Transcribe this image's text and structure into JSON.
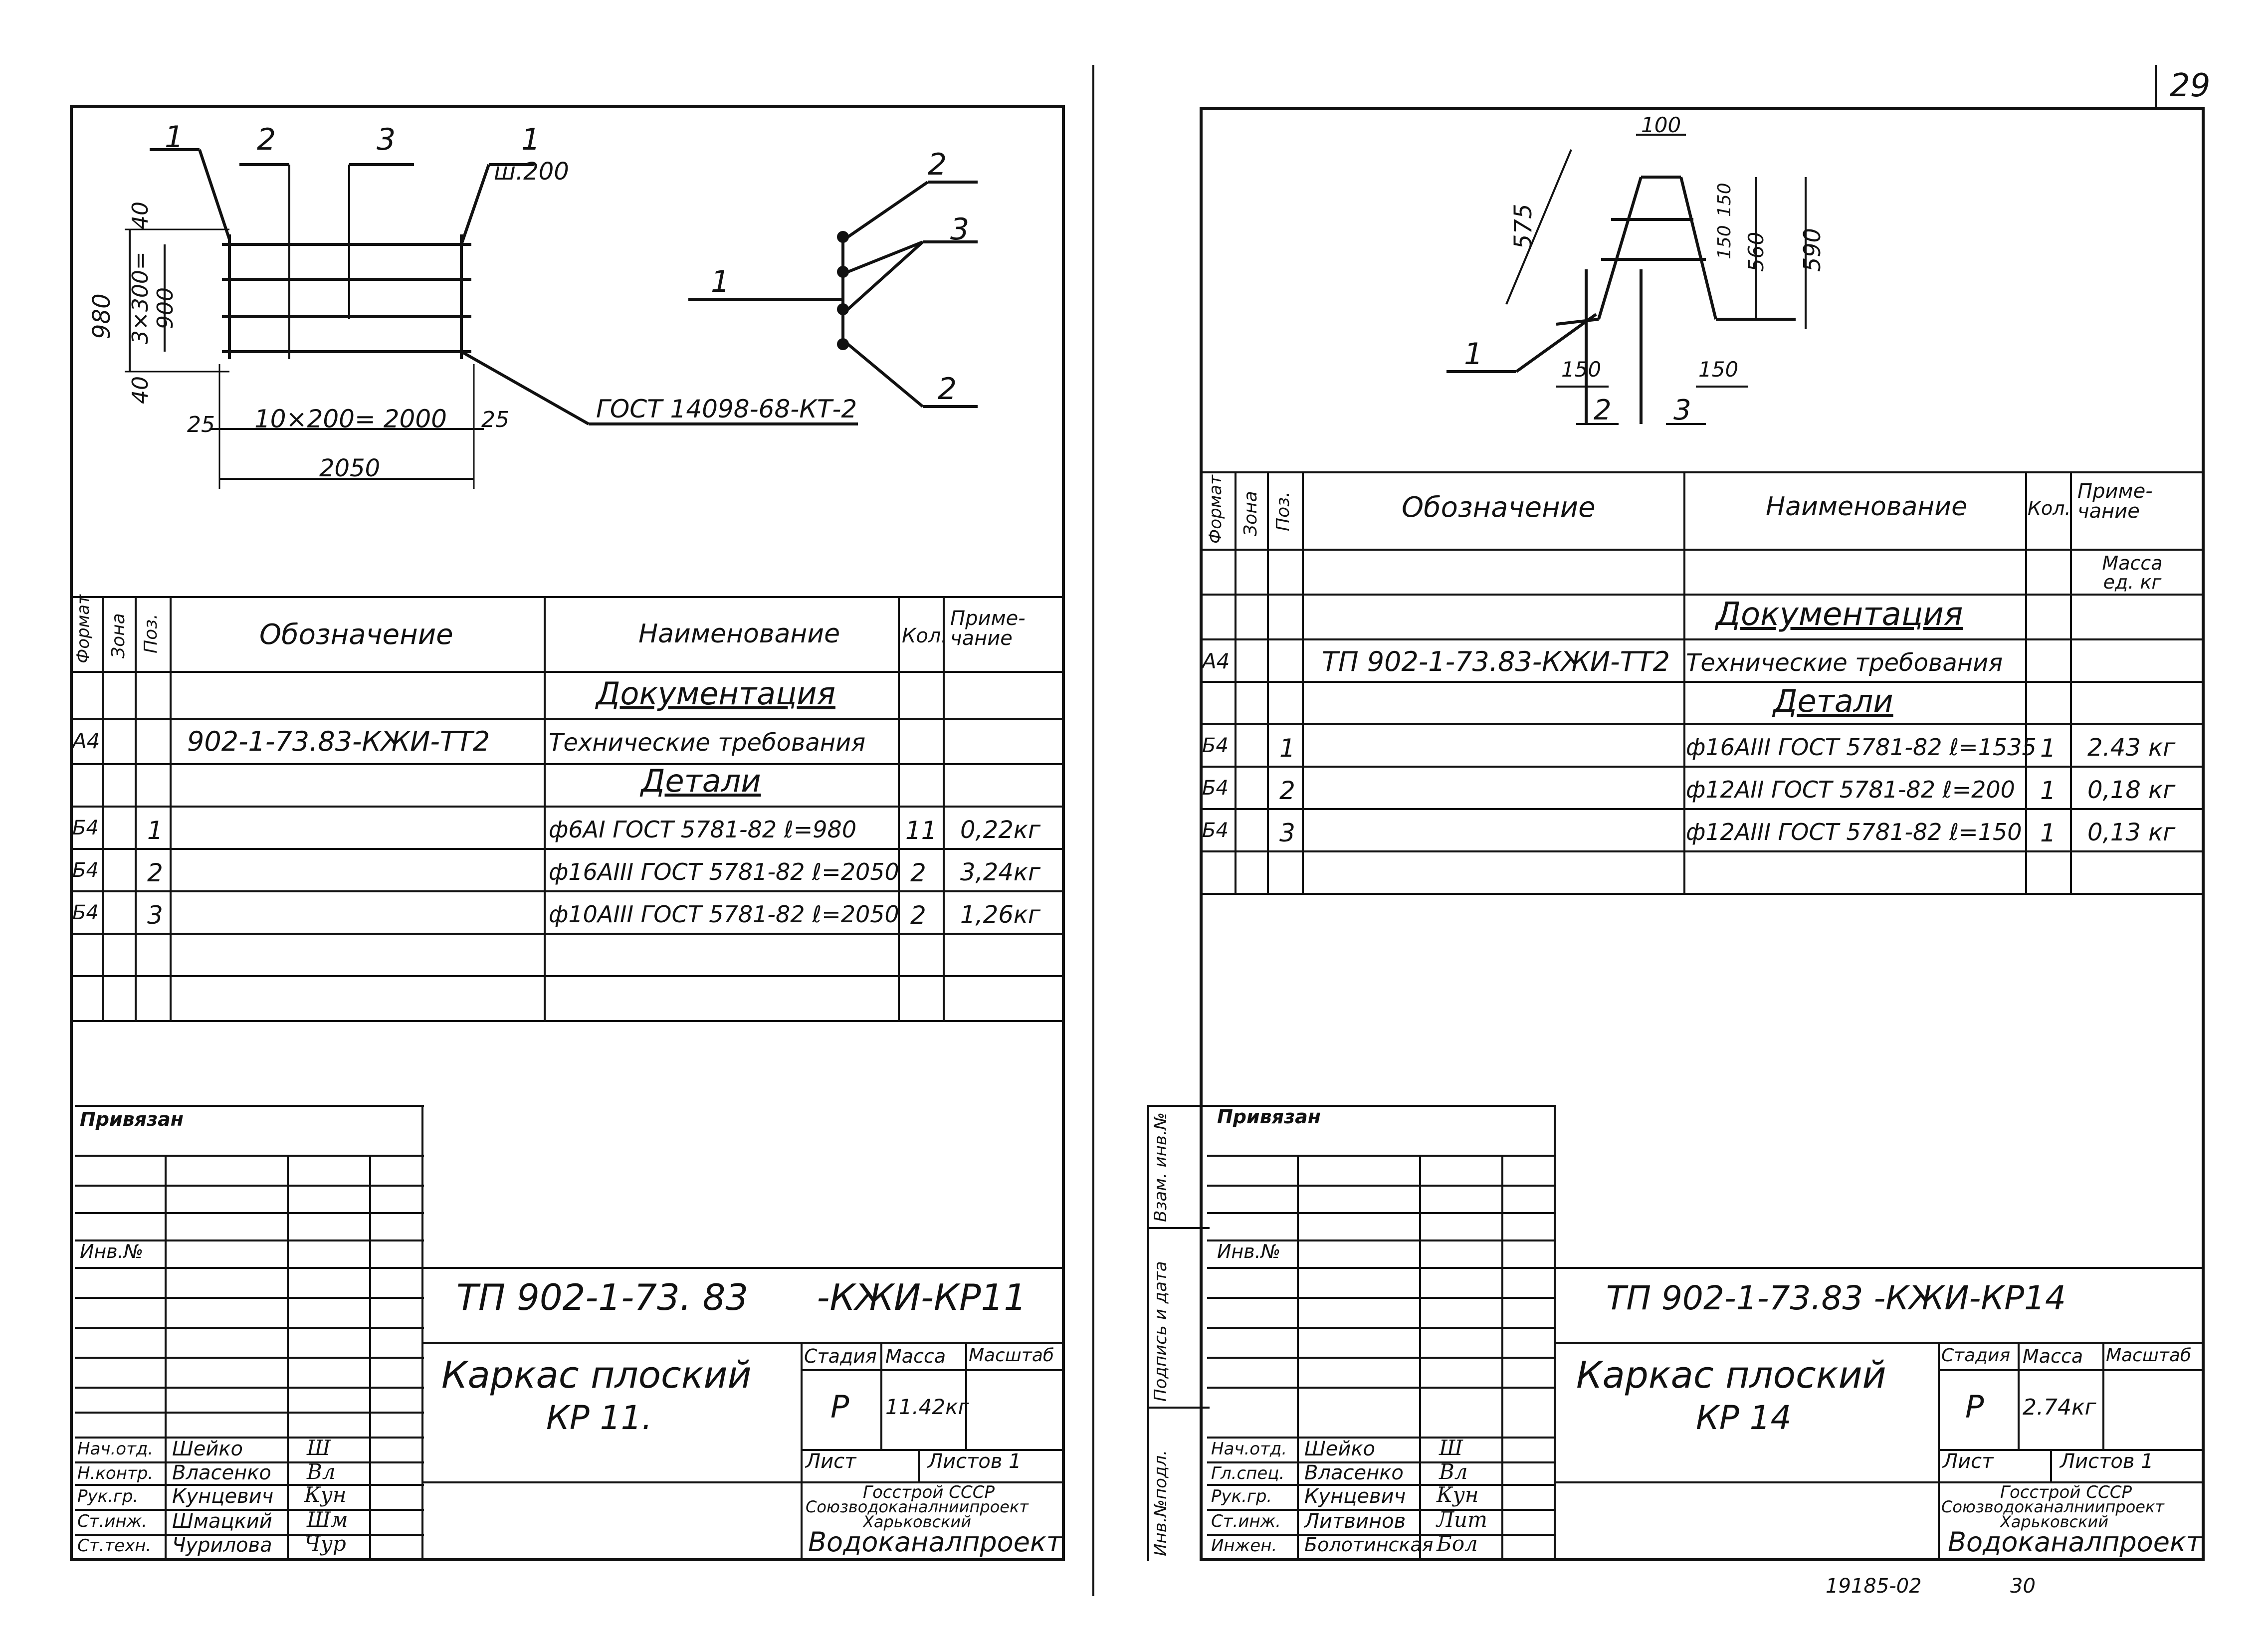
{
  "page_number": "29",
  "footer_code": "19185-02",
  "footer_num": "30",
  "left": {
    "drawing": {
      "pos_labels": [
        "1",
        "2",
        "3",
        "1"
      ],
      "pitch": "ш.200",
      "dim_980": "980",
      "dim_3x300": "3×300=",
      "dim_900": "900",
      "dim_40a": "40",
      "dim_40b": "40",
      "dim_25a": "25",
      "dim_25b": "25",
      "dim_10x200": "10×200= 2000",
      "dim_2050": "2050",
      "gost_note": "ГОСТ 14098-68-КТ-2",
      "section_labels": [
        "2",
        "3",
        "1",
        "2"
      ]
    },
    "spec": {
      "headers": {
        "format": "Формат",
        "zone": "Зона",
        "pos": "Поз.",
        "designation": "Обозначение",
        "name": "Наименование",
        "qty": "Кол.",
        "note": "Приме-чание"
      },
      "section_doc": "Документация",
      "doc_row": {
        "format": "А4",
        "designation": "902-1-73.83-КЖИ-ТТ2",
        "name": "Технические требования"
      },
      "section_parts": "Детали",
      "rows": [
        {
          "format": "Б4",
          "pos": "1",
          "name": "ф6АI ГОСТ 5781-82 ℓ=980",
          "qty": "11",
          "note": "0,22кг"
        },
        {
          "format": "Б4",
          "pos": "2",
          "name": "ф16АIII ГОСТ 5781-82 ℓ=2050",
          "qty": "2",
          "note": "3,24кг"
        },
        {
          "format": "Б4",
          "pos": "3",
          "name": "ф10АIII ГОСТ 5781-82 ℓ=2050",
          "qty": "2",
          "note": "1,26кг"
        }
      ]
    },
    "stamp": {
      "privyazan": "Привязан",
      "inv": "Инв.№",
      "code": "ТП 902-1-73. 83      -КЖИ-КР11",
      "title1": "Каркас плоский",
      "title2": "КР 11.",
      "stage_h": "Стадия",
      "mass_h": "Масса",
      "scale_h": "Масштаб",
      "stage": "Р",
      "mass": "11.42кг",
      "sheet": "Лист",
      "sheets": "Листов 1",
      "org1": "Госстрой СССР",
      "org2": "Союзводоканалниипроект",
      "org3": "Харьковский",
      "org4": "Водоканалпроект",
      "people": [
        {
          "role": "Нач.отд.",
          "name": "Шейко",
          "sig": "Ш"
        },
        {
          "role": "Н.контр.",
          "name": "Власенко",
          "sig": "Вл"
        },
        {
          "role": "Рук.гр.",
          "name": "Кунцевич",
          "sig": "Кун"
        },
        {
          "role": "Ст.инж.",
          "name": "Шмацкий",
          "sig": "Шм"
        },
        {
          "role": "Ст.техн.",
          "name": "Чурилова",
          "sig": "Чур"
        }
      ]
    }
  },
  "right": {
    "drawing": {
      "dim_100": "100",
      "dim_575": "575",
      "dim_150a": "150",
      "dim_150b": "150",
      "dim_560": "560",
      "dim_590": "590",
      "dim_150c": "150",
      "dim_150d": "150",
      "labels": [
        "1",
        "2",
        "3"
      ]
    },
    "spec": {
      "headers": {
        "format": "Формат",
        "zone": "Зона",
        "pos": "Поз.",
        "designation": "Обозначение",
        "name": "Наименование",
        "qty": "Кол.",
        "note": "Приме-чание"
      },
      "note_sub": "Масса ед. кг",
      "section_doc": "Документация",
      "doc_row": {
        "format": "А4",
        "designation": "ТП 902-1-73.83-КЖИ-ТТ2",
        "name": "Технические требования"
      },
      "section_parts": "Детали",
      "rows": [
        {
          "format": "Б4",
          "pos": "1",
          "name": "ф16АIII ГОСТ 5781-82 ℓ=1535",
          "qty": "1",
          "note": "2.43 кг"
        },
        {
          "format": "Б4",
          "pos": "2",
          "name": "ф12АII ГОСТ 5781-82 ℓ=200",
          "qty": "1",
          "note": "0,18 кг"
        },
        {
          "format": "Б4",
          "pos": "3",
          "name": "ф12АIII ГОСТ 5781-82 ℓ=150",
          "qty": "1",
          "note": "0,13 кг"
        }
      ]
    },
    "stamp": {
      "side1": "Взам. инв.№",
      "side2": "Подпись и дата",
      "side3": "Инв.№подл.",
      "privyazan": "Привязан",
      "inv": "Инв.№",
      "code": "ТП 902-1-73.83 -КЖИ-КР14",
      "title1": "Каркас плоский",
      "title2": "КР 14",
      "stage_h": "Стадия",
      "mass_h": "Масса",
      "scale_h": "Масштаб",
      "stage": "Р",
      "mass": "2.74кг",
      "sheet": "Лист",
      "sheets": "Листов 1",
      "org1": "Госстрой СССР",
      "org2": "Союзводоканалниипроект",
      "org3": "Харьковский",
      "org4": "Водоканалпроект",
      "people": [
        {
          "role": "Нач.отд.",
          "name": "Шейко",
          "sig": "Ш"
        },
        {
          "role": "Гл.спец.",
          "name": "Власенко",
          "sig": "Вл"
        },
        {
          "role": "Рук.гр.",
          "name": "Кунцевич",
          "sig": "Кун"
        },
        {
          "role": "Ст.инж.",
          "name": "Литвинов",
          "sig": "Лит"
        },
        {
          "role": "Инжен.",
          "name": "Болотинская",
          "sig": "Бол"
        }
      ]
    }
  }
}
